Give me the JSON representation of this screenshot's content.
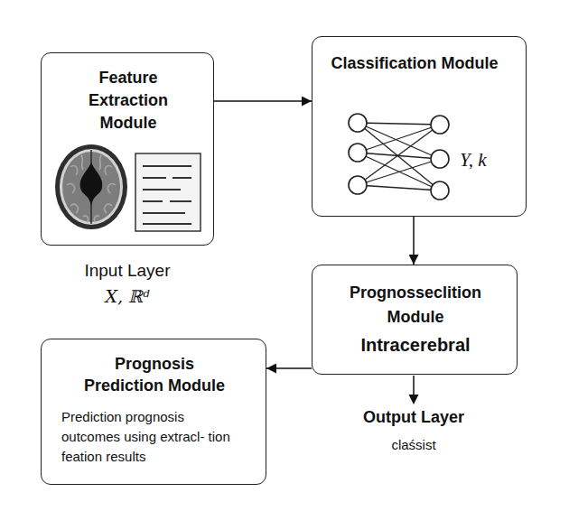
{
  "diagram": {
    "nodes": [
      {
        "text": [
          "Feature Extraction Module"
        ]
      },
      {
        "text": [
          "Classification Module",
          "Y, k"
        ]
      },
      {
        "text": [
          "Prognosseclition Module",
          "Intracerebral"
        ]
      },
      {
        "text": [
          "Prognosis Prediction Module",
          "Prediction prognosis outcomes using extracl- tion feation results"
        ]
      }
    ],
    "edges": [
      {
        "from": 0,
        "to": 1,
        "arrow": "to"
      },
      {
        "from": 1,
        "to": 2,
        "arrow": "to"
      },
      {
        "from": 2,
        "to": 3,
        "arrow": "to"
      }
    ],
    "labels": [
      "Input Layer",
      "X, ℝᵈ",
      "Output Layer",
      "claśsist"
    ]
  }
}
